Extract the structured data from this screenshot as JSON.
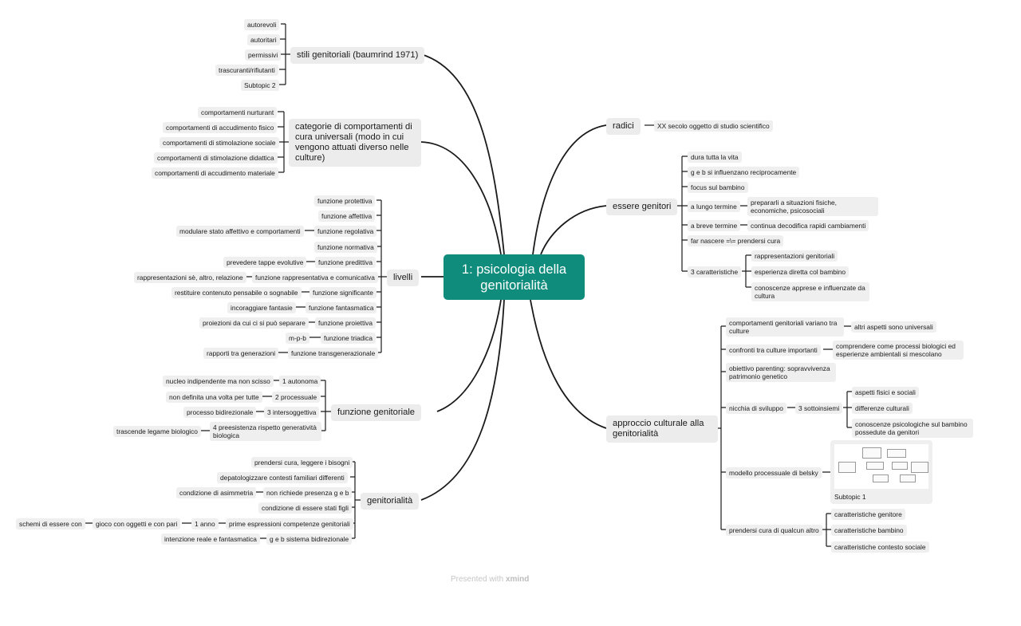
{
  "central": "1: psicologia della genitorialità",
  "footer": {
    "presented": "Presented with",
    "brand": "xmind"
  },
  "stili": {
    "label": "stili genitoriali (baumrind 1971)",
    "items": [
      "autorevoli",
      "autoritari",
      "permissivi",
      "trascuranti/rifiutanti",
      "Subtopic 2"
    ]
  },
  "categorie": {
    "label": "categorie di comportamenti di cura universali (modo in cui vengono attuati diverso nelle culture)",
    "items": [
      "comportamenti nurturant",
      "comportamenti di accudimento fisico",
      "comportamenti di stimolazione sociale",
      "comportamenti di stimolazione didattica",
      "comportamenti di accudimento materiale"
    ]
  },
  "livelli": {
    "label": "livelli",
    "items": [
      {
        "label": "funzione protettiva"
      },
      {
        "label": "funzione affettiva"
      },
      {
        "label": "funzione regolativa",
        "child": "modulare stato affettivo e comportamenti"
      },
      {
        "label": "funzione normativa"
      },
      {
        "label": "funzione predittiva",
        "child": "prevedere tappe evolutive"
      },
      {
        "label": "funzione rappresentativa e comunicativa",
        "child": "rappresentazioni sè, altro, relazione"
      },
      {
        "label": "funzione significante",
        "child": "restituire contenuto pensabile o sognabile"
      },
      {
        "label": "funzione fantasmatica",
        "child": "incoraggiare fantasie"
      },
      {
        "label": "funzione proiettiva",
        "child": "proiezioni da cui ci si può separare"
      },
      {
        "label": "funzione triadica",
        "child": "m-p-b"
      },
      {
        "label": "funzione transgenerazionale",
        "child": "rapporti tra generazioni"
      }
    ]
  },
  "funzione": {
    "label": "funzione genitoriale",
    "items": [
      {
        "label": "1 autonoma",
        "child": "nucleo indipendente ma non scisso"
      },
      {
        "label": "2 processuale",
        "child": "non definita una volta per tutte"
      },
      {
        "label": "3 intersoggettiva",
        "child": "processo bidirezionale"
      },
      {
        "label": "4 preesistenza rispetto generatività biologica",
        "child": "trascende legame biologico"
      }
    ]
  },
  "genitorialita": {
    "label": "genitorialità",
    "items": [
      {
        "label": "prendersi cura, leggere i bisogni"
      },
      {
        "label": "depatologizzare contesti familiari differenti"
      },
      {
        "label": "non richiede presenza g e b",
        "child": "condizione di asimmetria"
      },
      {
        "label": "condizione di essere stati figli"
      },
      {
        "label": "prime espressioni competenze genitoriali",
        "chain": [
          "1 anno",
          "gioco con oggetti e con pari",
          "schemi di essere con"
        ]
      },
      {
        "label": "g e b sistema bidirezionale",
        "child": "intenzione reale e fantasmatica"
      }
    ]
  },
  "radici": {
    "label": "radici",
    "items": [
      "XX secolo oggetto di studio scientifico"
    ]
  },
  "essere": {
    "label": "essere genitori",
    "items": [
      {
        "label": "dura tutta la vita"
      },
      {
        "label": "g e b si influenzano reciprocamente"
      },
      {
        "label": "focus sul bambino"
      },
      {
        "label": "a lungo termine",
        "child": "prepararli a situazioni fisiche, economiche, psicosociali"
      },
      {
        "label": "a breve termine",
        "child": "continua decodifica rapidi cambiamenti"
      },
      {
        "label": "far nascere =\\= prendersi cura"
      },
      {
        "label": "3 caratteristiche",
        "children": [
          "rappresentazioni genitoriali",
          "esperienza diretta col bambino",
          "conoscenze apprese e influenzate da cultura"
        ]
      }
    ]
  },
  "approccio": {
    "label": "approccio culturale alla genitorialità",
    "items": [
      {
        "label": "comportamenti genitoriali variano tra culture",
        "child": "altri aspetti sono universali"
      },
      {
        "label": "confronti tra culture importanti",
        "child": "comprendere come processi biologici ed esperienze ambientali si mescolano"
      },
      {
        "label": "obiettivo parenting: sopravvivenza patrimonio genetico"
      },
      {
        "label": "nicchia di sviluppo",
        "child": "3 sottoinsiemi",
        "children": [
          "aspetti fisici e sociali",
          "differenze culturali",
          "conoscenze psicologiche sul bambino possedute da genitori"
        ]
      },
      {
        "label": "modello processuale di belsky",
        "child": "Subtopic 1"
      },
      {
        "label": "prendersi cura di qualcun altro",
        "children": [
          "caratteristiche genitore",
          "caratteristiche bambino",
          "caratteristiche contesto sociale"
        ]
      }
    ]
  }
}
